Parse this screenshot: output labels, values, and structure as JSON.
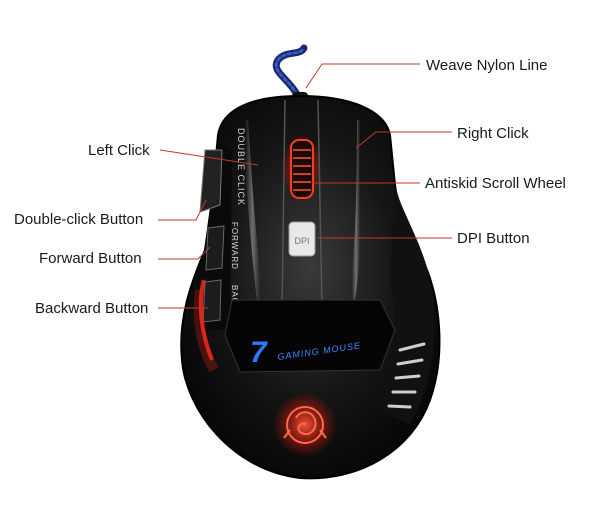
{
  "labels": {
    "weave_nylon_line": "Weave Nylon Line",
    "right_click": "Right Click",
    "antiskid_scroll_wheel": "Antiskid Scroll Wheel",
    "dpi_button": "DPI Button",
    "left_click": "Left Click",
    "double_click_button": "Double-click Button",
    "forward_button": "Forward Button",
    "backward_button": "Backward Button"
  },
  "mouse_print": {
    "double_click": "DOUBLE CLICK",
    "forward": "FORWARD",
    "back": "BACK",
    "dpi": "DPI",
    "brand_number": "7",
    "brand_text": "GAMING MOUSE"
  },
  "colors": {
    "leader_line": "#c0392b",
    "mouse_body": "#0d0d0d",
    "glow_red": "#ff2a1a",
    "brand_blue": "#2a7bff"
  }
}
